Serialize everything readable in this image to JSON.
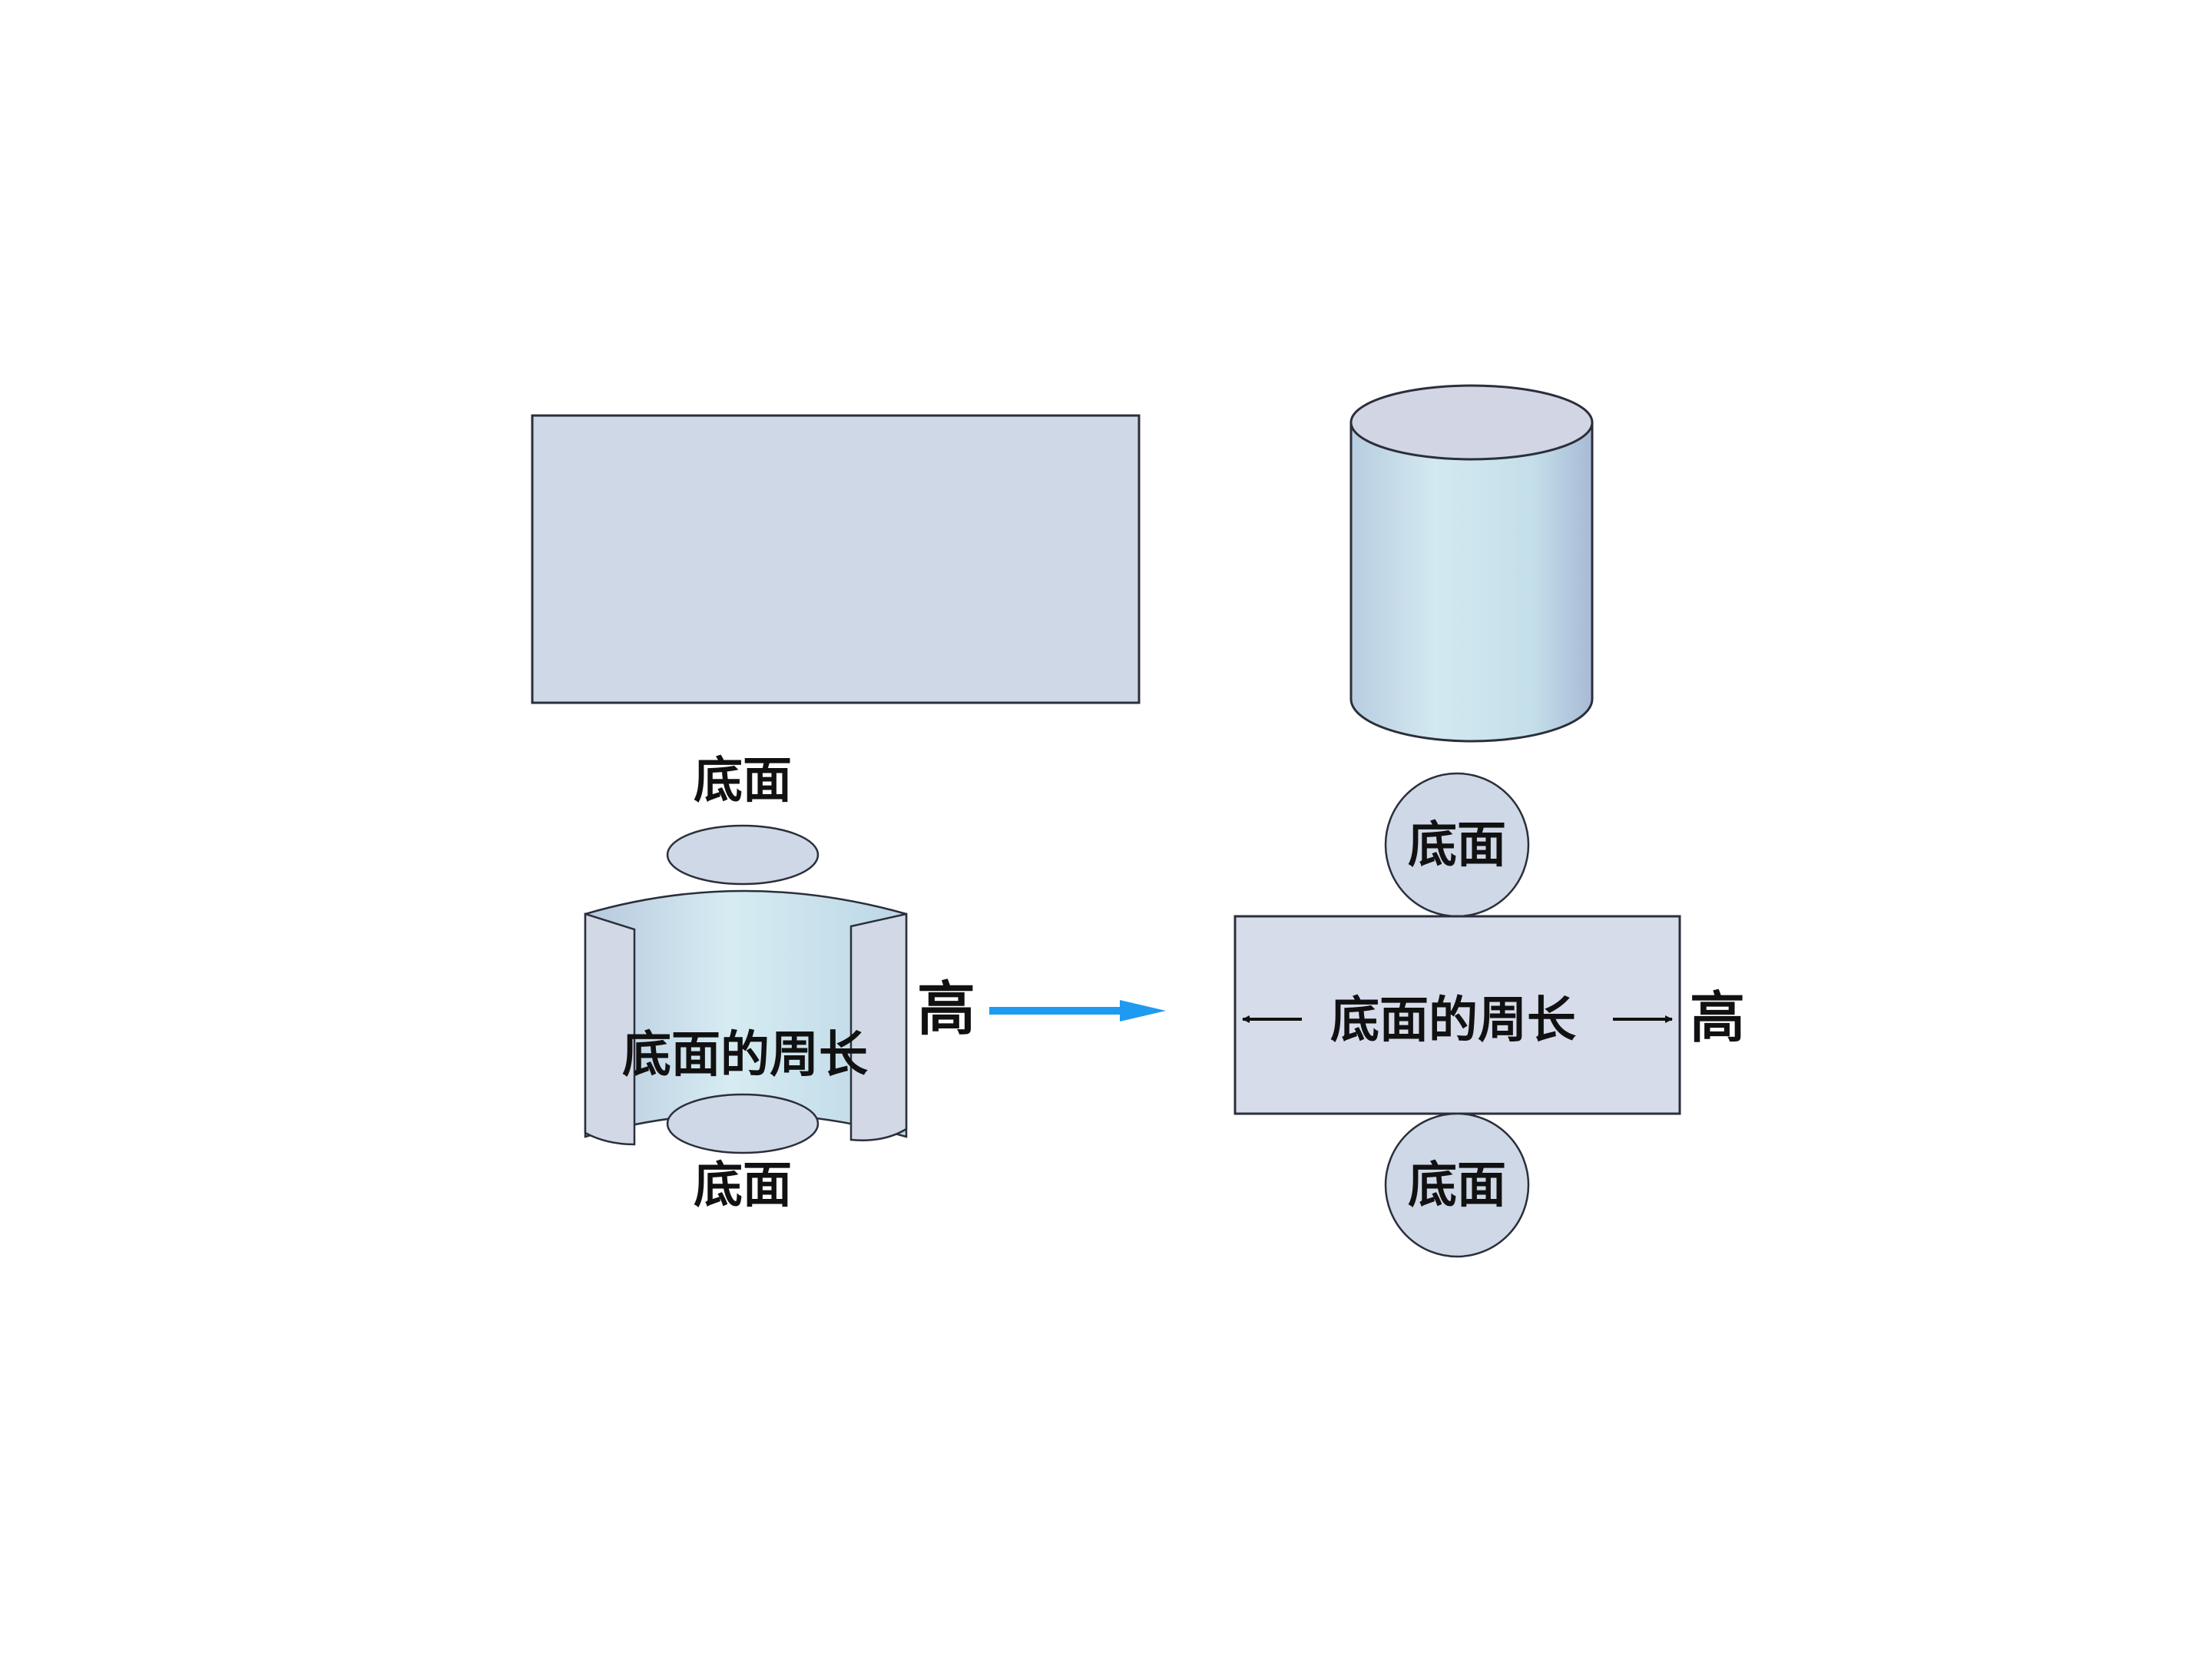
{
  "colors": {
    "background": "#ffffff",
    "shape_fill": "#cfd8e6",
    "stroke": "#2b2f3a",
    "cylinder_light": "#cfe8ef",
    "cylinder_dark": "#a9bcd6",
    "cylinder_top": "#d2d6e4",
    "arrow_blue": "#1e9bf0"
  },
  "labels": {
    "base_top": "底面",
    "base_bottom": "底面",
    "circumference_left": "底面的周长",
    "height_left": "高",
    "net_base_top": "底面",
    "net_base_bottom": "底面",
    "circumference_net": "底面的周长",
    "height_net": "高"
  }
}
